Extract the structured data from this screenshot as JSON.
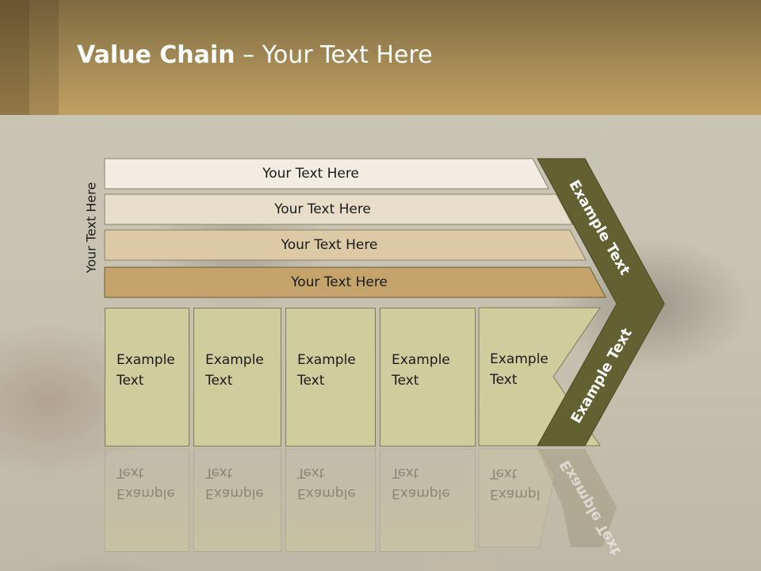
{
  "slide": {
    "title_bold": "Value Chain",
    "title_rest": " – Your Text Here",
    "side_label": "Your Text Here"
  },
  "bars": [
    {
      "label": "Your Text Here"
    },
    {
      "label": "Your Text Here"
    },
    {
      "label": "Your Text Here"
    },
    {
      "label": "Your Text Here"
    }
  ],
  "boxes": [
    {
      "line1": "Example",
      "line2": "Text"
    },
    {
      "line1": "Example",
      "line2": "Text"
    },
    {
      "line1": "Example",
      "line2": "Text"
    },
    {
      "line1": "Example",
      "line2": "Text"
    },
    {
      "line1": "Example",
      "line2": "Text"
    }
  ],
  "chevron": {
    "upper_label": "Example Text",
    "lower_label": "Example Text"
  },
  "colors": {
    "header": "#a38a55",
    "chevron": "#636032",
    "box_fill": "#cfcd9e"
  }
}
